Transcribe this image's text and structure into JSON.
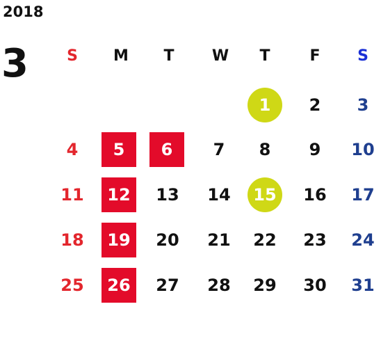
{
  "calendar": {
    "year": "2018",
    "month": "3",
    "weekdays": [
      "S",
      "M",
      "T",
      "W",
      "T",
      "F",
      "S"
    ],
    "colors": {
      "sunday": "#e3262d",
      "saturday": "#1f3f8f",
      "saturday_header": "#1a2fd6",
      "weekday": "#111111",
      "box_highlight": "#e30b2a",
      "circle_highlight": "#cfd816"
    },
    "weeks": [
      [
        "",
        "",
        "",
        "",
        "1",
        "2",
        "3"
      ],
      [
        "4",
        "5",
        "6",
        "7",
        "8",
        "9",
        "10"
      ],
      [
        "11",
        "12",
        "13",
        "14",
        "15",
        "16",
        "17"
      ],
      [
        "18",
        "19",
        "20",
        "21",
        "22",
        "23",
        "24"
      ],
      [
        "25",
        "26",
        "27",
        "28",
        "29",
        "30",
        "31"
      ]
    ],
    "highlighted_box_days": [
      "5",
      "6",
      "12",
      "19",
      "26"
    ],
    "highlighted_circle_days": [
      "1",
      "15"
    ]
  }
}
